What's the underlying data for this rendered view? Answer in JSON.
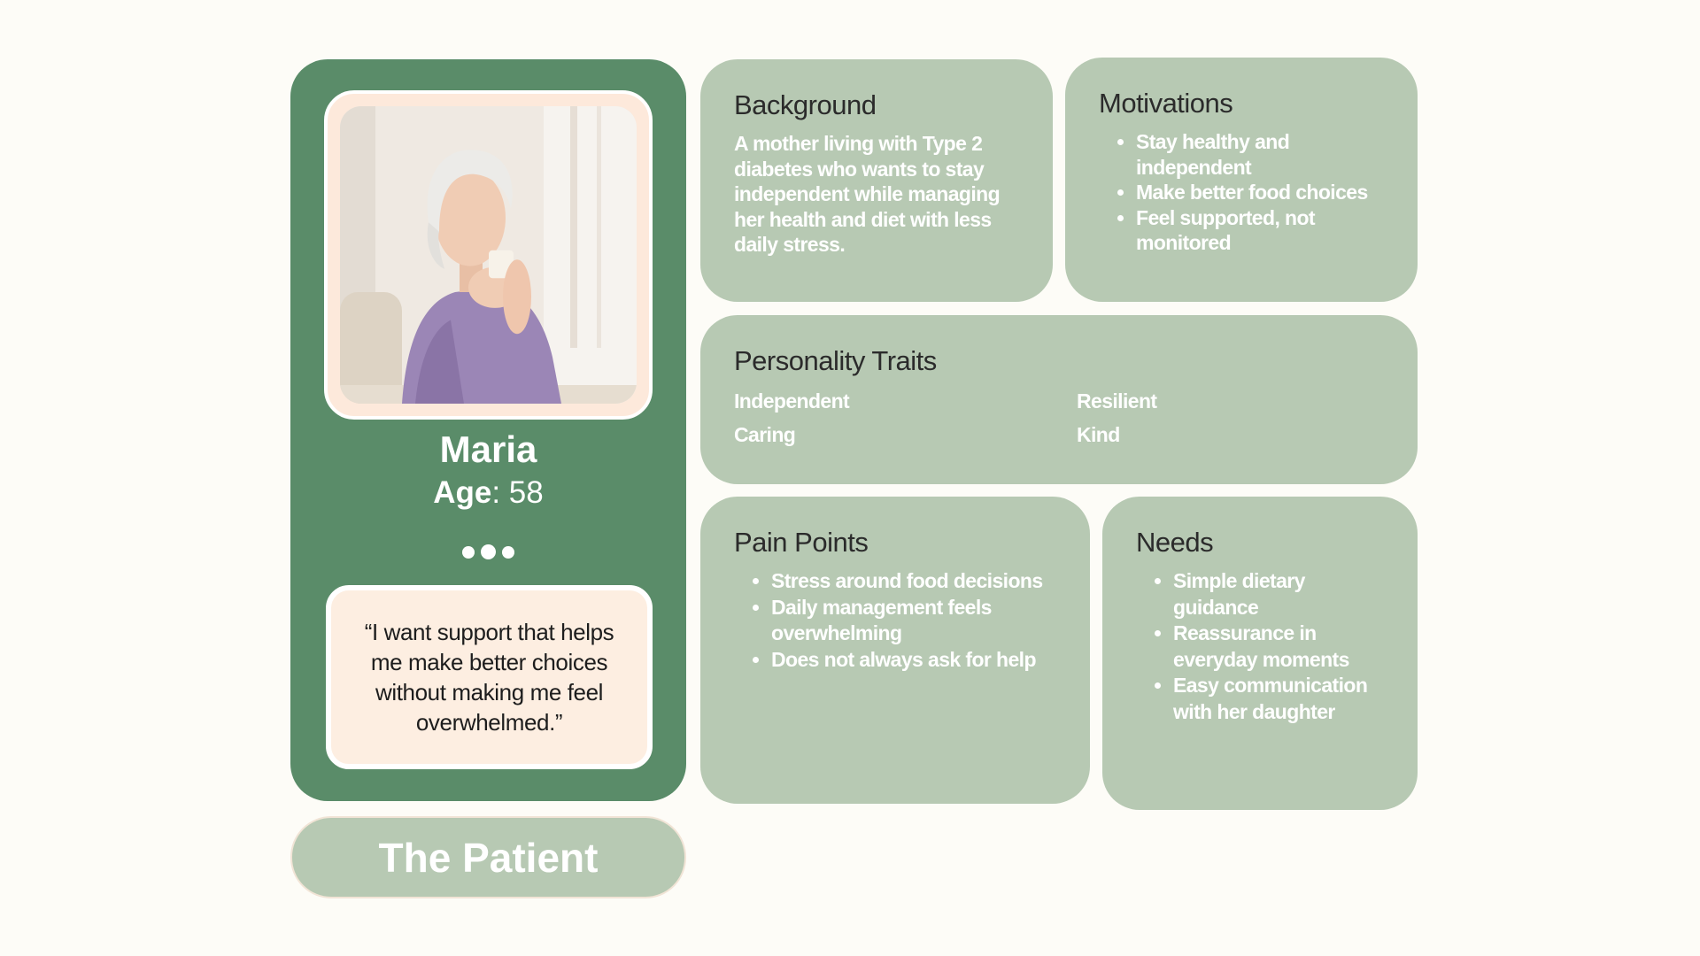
{
  "persona": {
    "name": "Maria",
    "age_label": "Age",
    "age_value": ": 58",
    "quote": "“I want support that helps me make better choices without making me feel overwhelmed.”",
    "role": "The Patient",
    "photo_icon": "person-photo-icon"
  },
  "background": {
    "title": "Background",
    "text": "A mother living with Type 2 diabetes who wants to stay independent while managing her health  and diet with less daily stress."
  },
  "motivations": {
    "title": "Motivations",
    "items": [
      "Stay healthy and independent",
      "Make better food choices",
      "Feel supported, not monitored"
    ]
  },
  "personality": {
    "title": "Personality Traits",
    "traits": [
      "Independent",
      "Resilient",
      "Caring",
      "Kind"
    ]
  },
  "pain_points": {
    "title": "Pain Points",
    "items": [
      "Stress around food decisions",
      "Daily management feels overwhelming",
      "Does not always ask for help"
    ]
  },
  "needs": {
    "title": "Needs",
    "items": [
      "Simple dietary guidance",
      "Reassurance in everyday moments",
      "Easy communication with her daughter"
    ]
  },
  "colors": {
    "page_bg": "#fdfcf7",
    "profile_green": "#5a8c69",
    "card_sage": "#b7c9b3",
    "quote_bg": "#fdeee1"
  }
}
